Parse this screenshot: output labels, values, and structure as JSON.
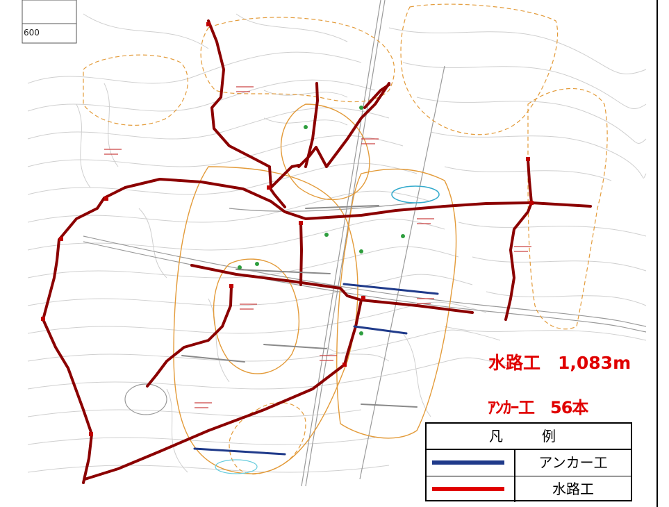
{
  "map": {
    "scale_fragment": "600",
    "summary": {
      "waterway_text": "水路工　1,083m",
      "anchor_text": "ｱﾝｶｰ工　56本"
    },
    "legend": {
      "title": "凡　例",
      "items": [
        {
          "label": "アンカー工",
          "color": "#1f3a8a",
          "icon": "line-blue"
        },
        {
          "label": "水路工",
          "color": "#e00000",
          "icon": "line-red"
        }
      ]
    },
    "colors": {
      "waterway": "#8b0000",
      "anchor": "#1f3a8a",
      "boundary": "#e39b3a",
      "contour": "#c9c9c9",
      "road": "#b8b8b8"
    }
  }
}
